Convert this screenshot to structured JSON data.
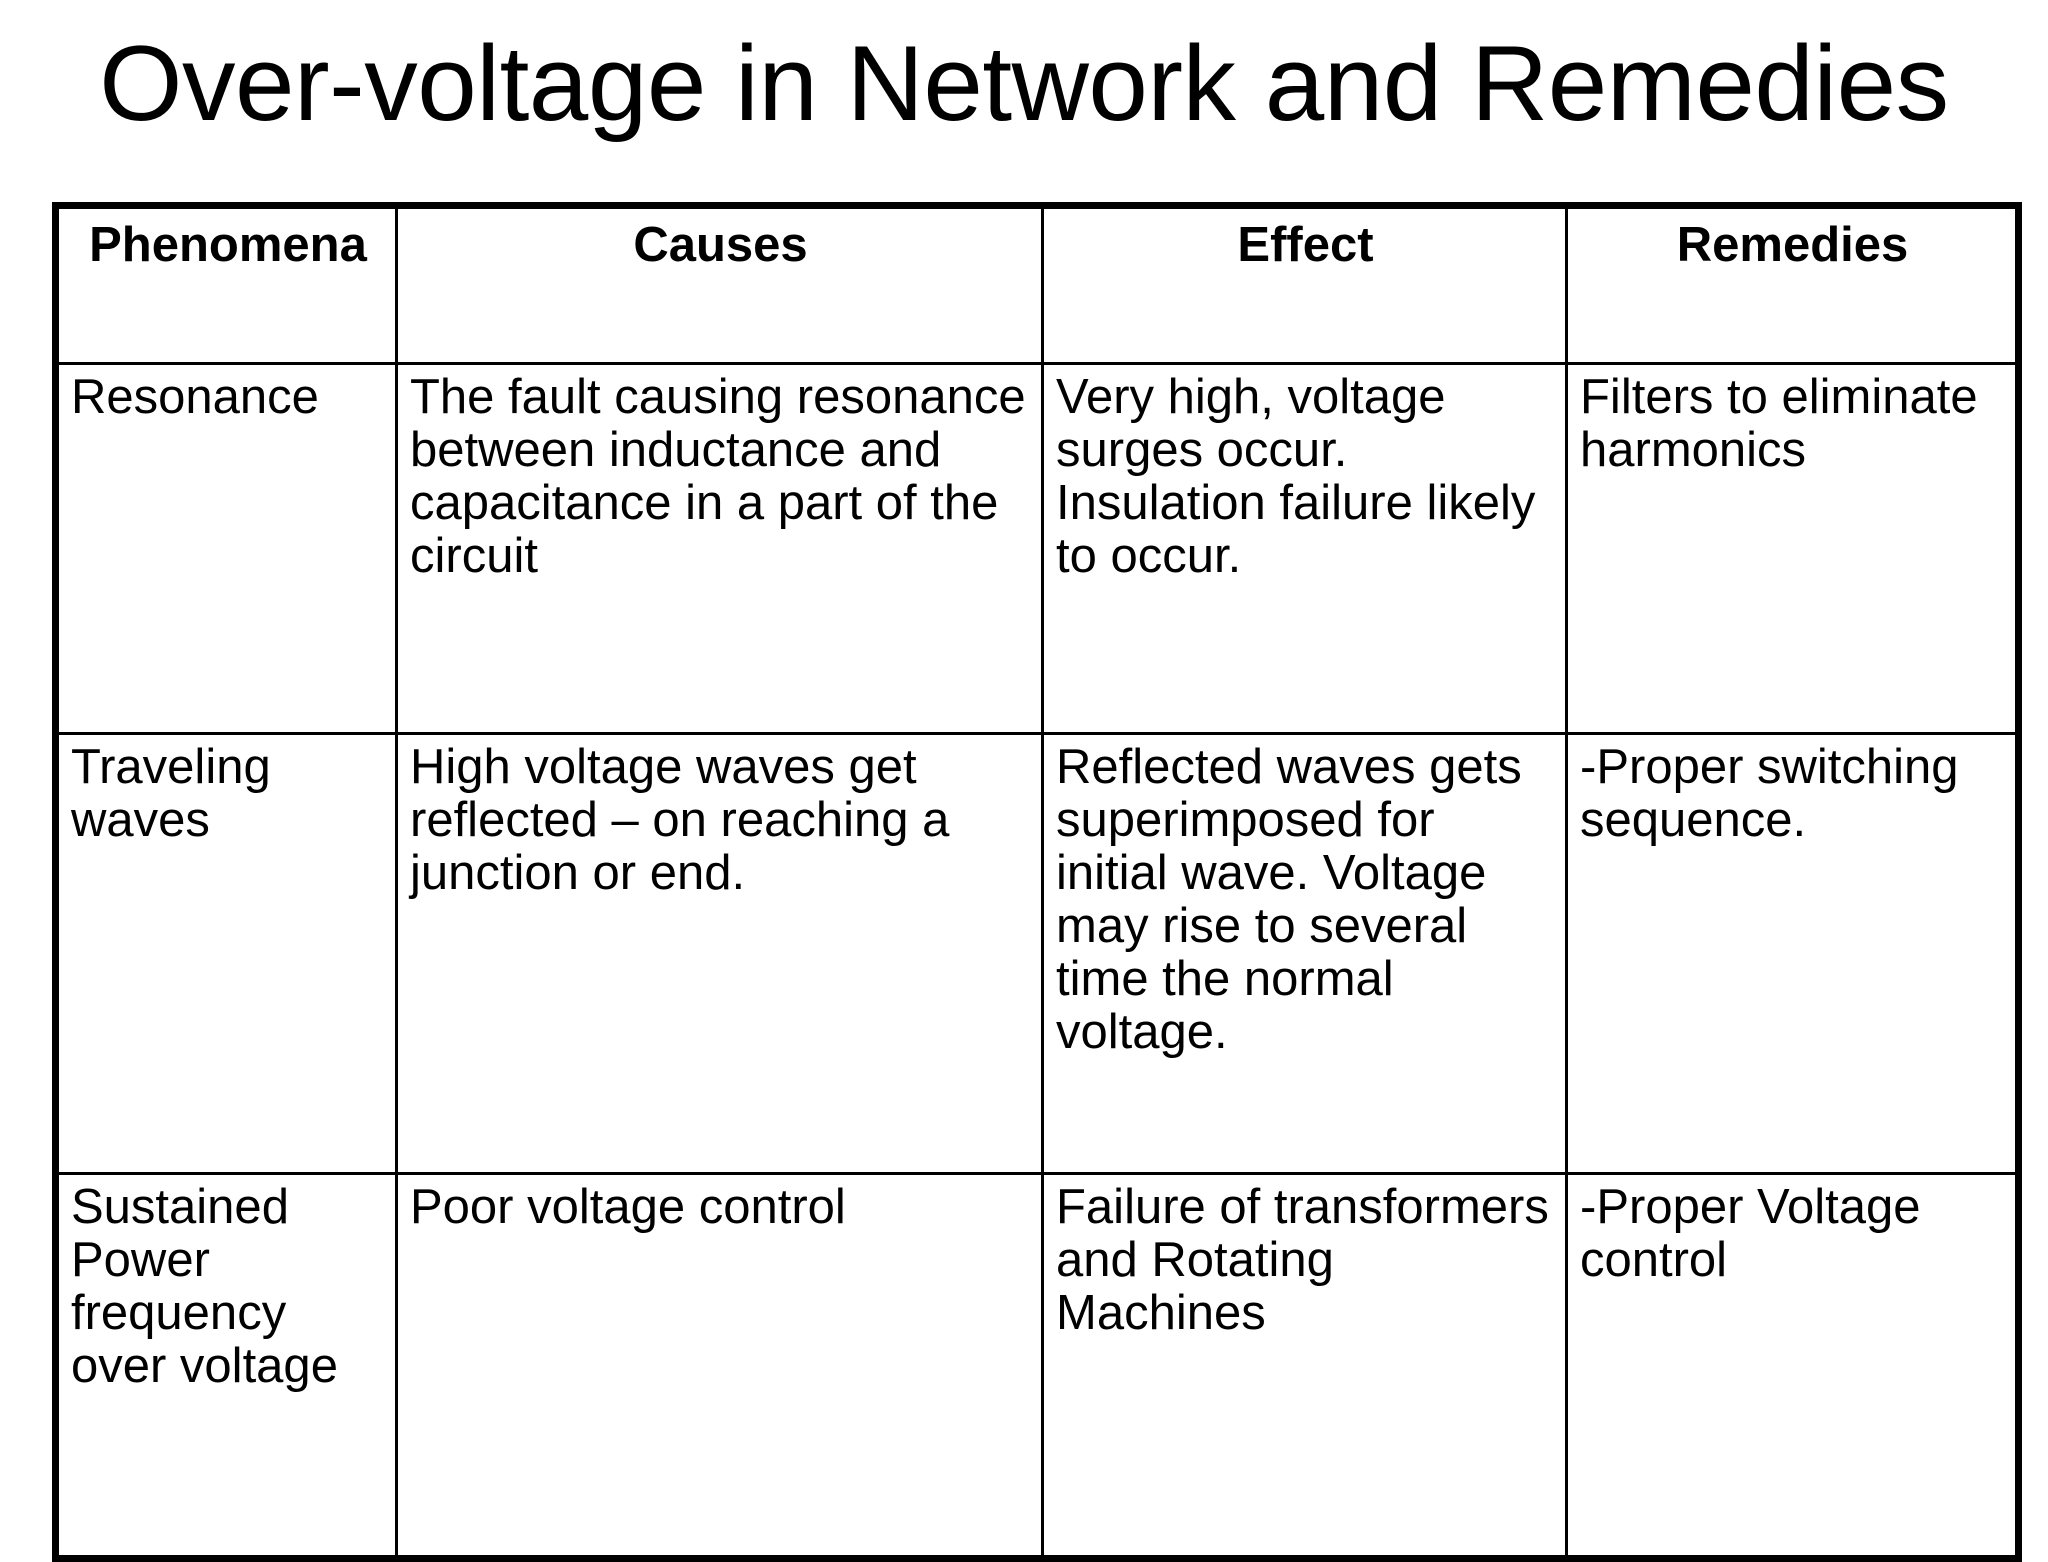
{
  "slide": {
    "title": "Over-voltage in Network and Remedies",
    "background_color": "#ffffff",
    "text_color": "#000000",
    "border_color": "#000000"
  },
  "table": {
    "columns": [
      {
        "key": "phenomena",
        "header": "Phenomena"
      },
      {
        "key": "causes",
        "header": "Causes"
      },
      {
        "key": "effect",
        "header": "Effect"
      },
      {
        "key": "remedies",
        "header": "Remedies"
      }
    ],
    "rows": [
      {
        "phenomena": "Resonance",
        "causes": "The fault causing resonance between inductance and capacitance in a part of the circuit",
        "effect": "Very high, voltage surges occur. Insulation failure likely to occur.",
        "remedies": "Filters to eliminate harmonics"
      },
      {
        "phenomena": "Traveling waves",
        "causes": "High voltage waves get reflected – on reaching a junction or end.",
        "effect": "Reflected waves gets superimposed for initial wave. Voltage may rise to several time the normal voltage.",
        "remedies": "-Proper switching sequence."
      },
      {
        "phenomena": "Sustained Power frequency over voltage",
        "causes": "Poor voltage control",
        "effect": "Failure of transformers and Rotating Machines",
        "remedies": "-Proper Voltage control"
      }
    ]
  }
}
